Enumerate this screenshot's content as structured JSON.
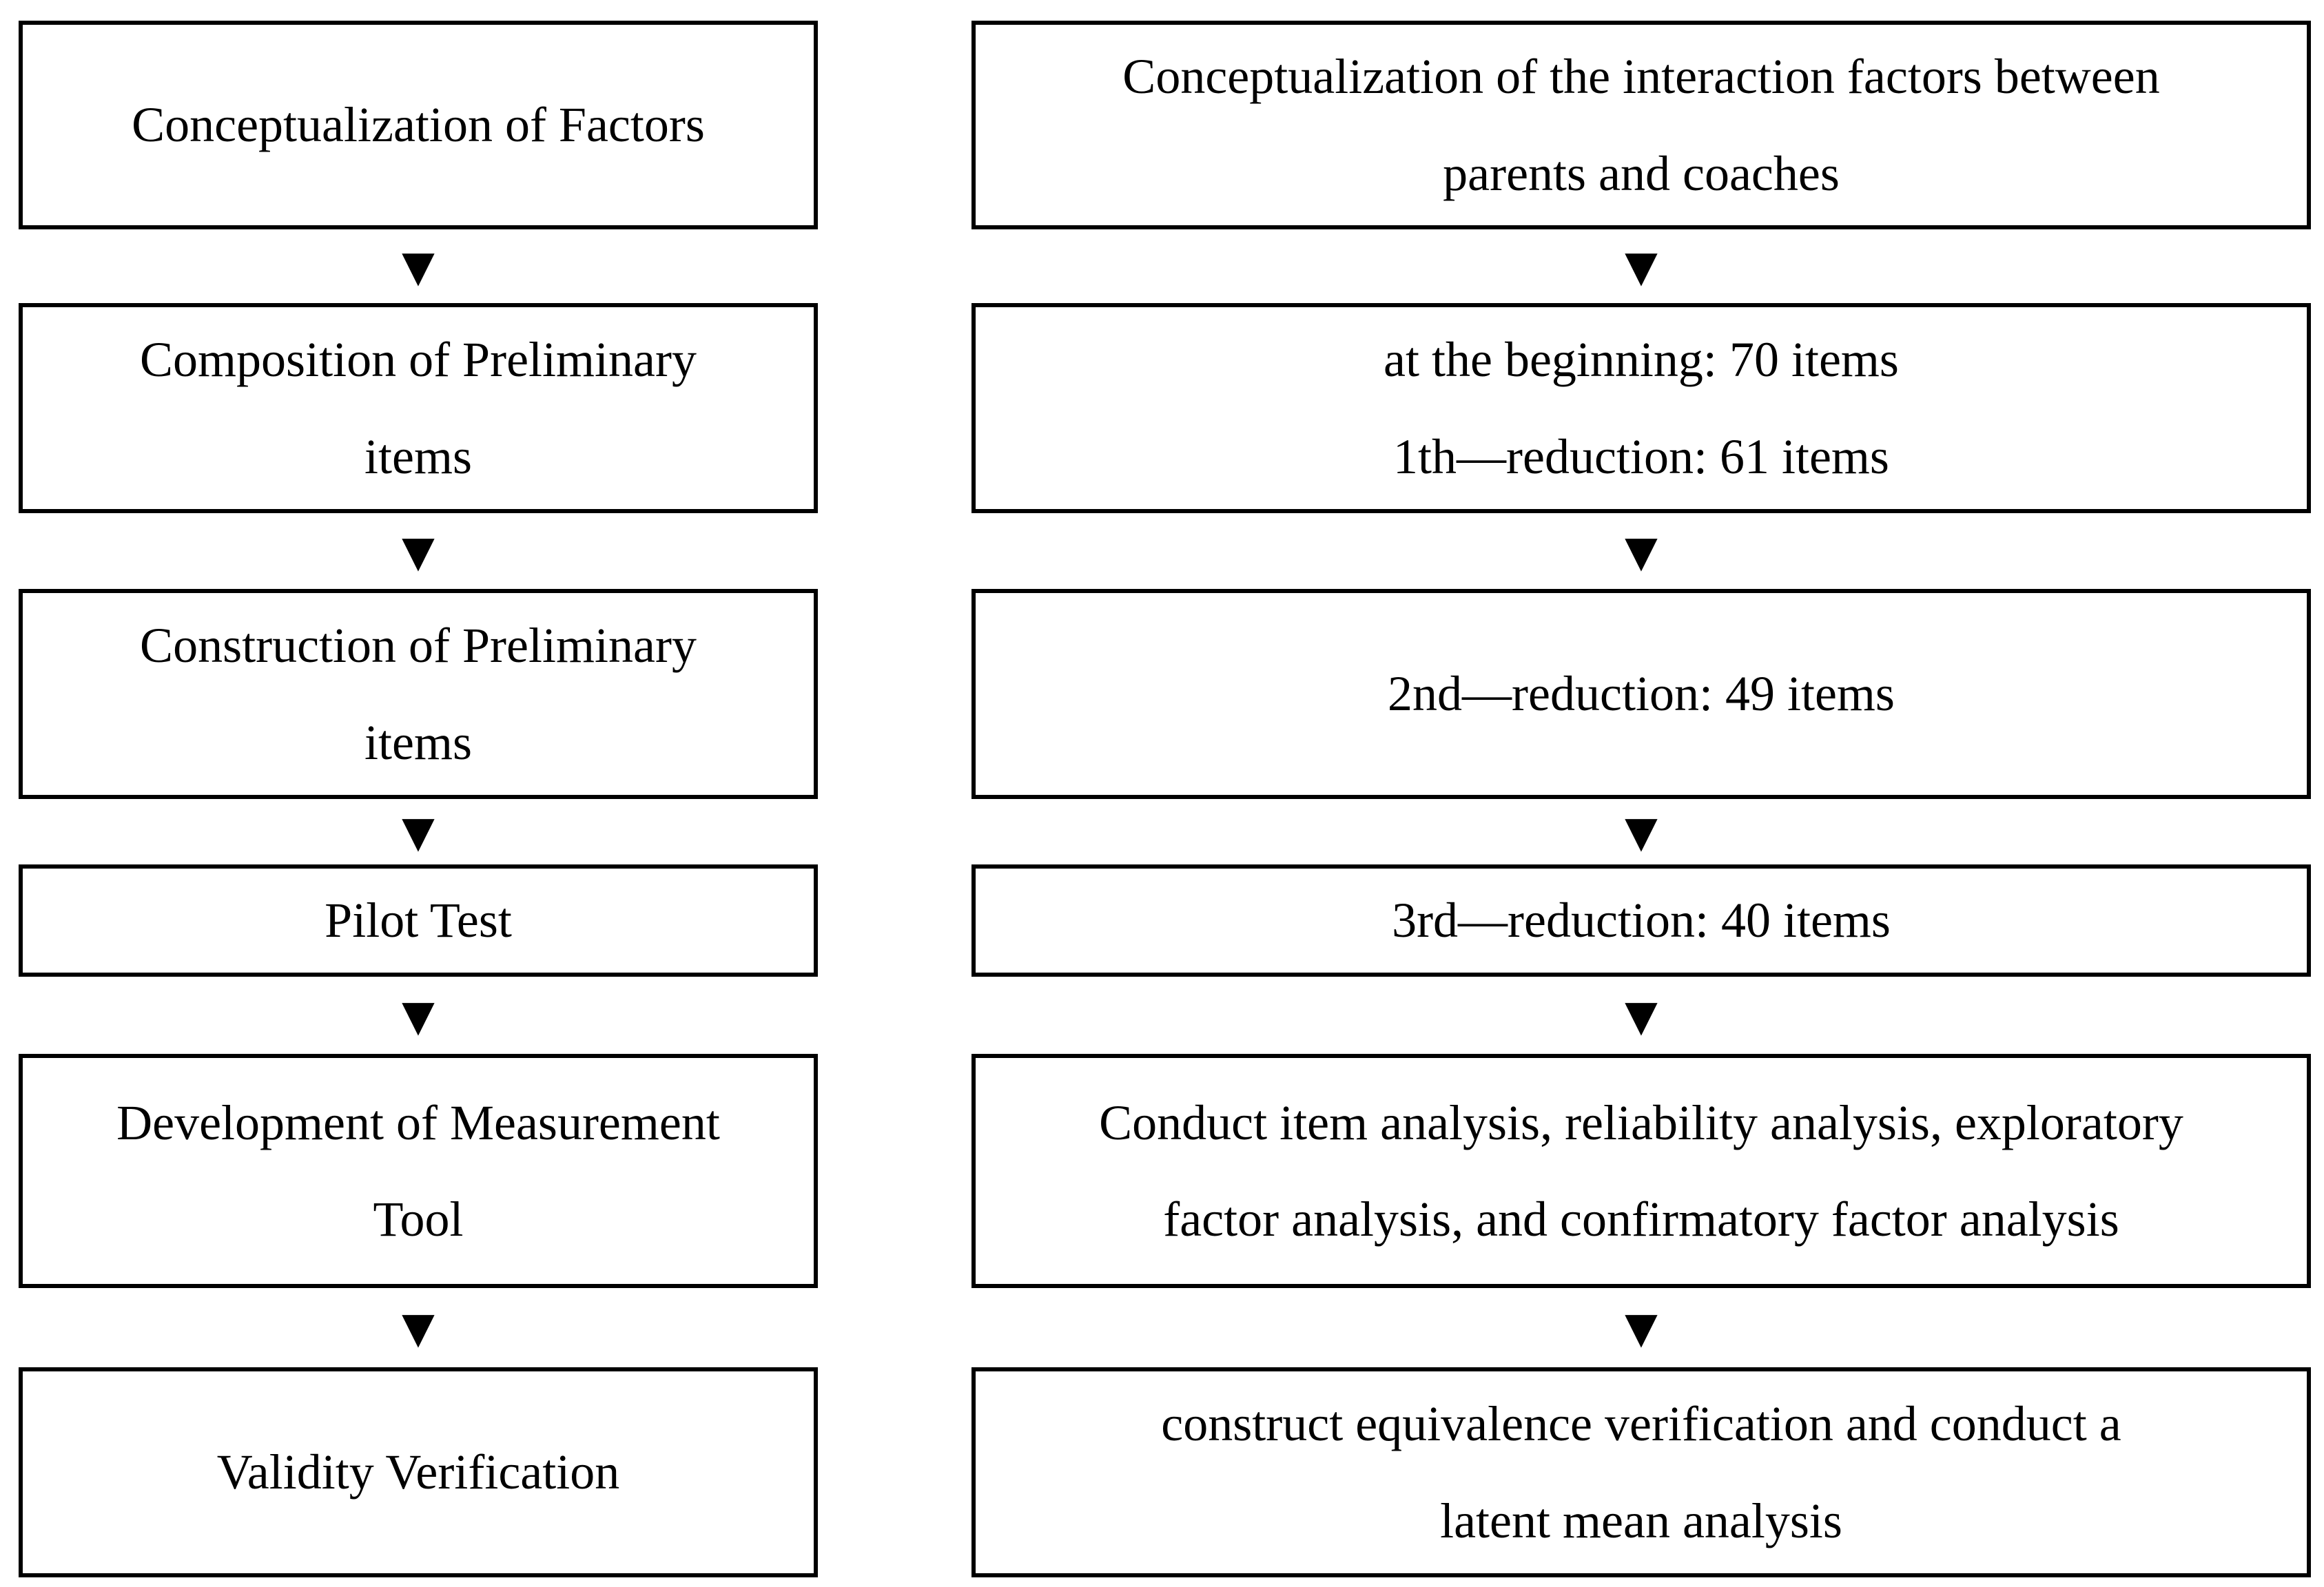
{
  "arrow_glyph": "▼",
  "colors": {
    "background": "#ffffff",
    "border": "#000000",
    "text": "#000000"
  },
  "rows": [
    {
      "left": {
        "lines": [
          "Conceptualization of Factors"
        ]
      },
      "right": {
        "lines": [
          "Conceptualization of the interaction factors between",
          "parents and coaches"
        ]
      }
    },
    {
      "left": {
        "lines": [
          "Composition of Preliminary",
          "items"
        ]
      },
      "right": {
        "lines": [
          "at the beginning: 70 items",
          "1th—reduction: 61 items"
        ]
      }
    },
    {
      "left": {
        "lines": [
          "Construction of Preliminary",
          "items"
        ]
      },
      "right": {
        "lines": [
          "2nd—reduction: 49 items"
        ]
      }
    },
    {
      "left": {
        "lines": [
          "Pilot Test"
        ]
      },
      "right": {
        "lines": [
          "3rd—reduction: 40 items"
        ]
      }
    },
    {
      "left": {
        "lines": [
          "Development of Measurement",
          "Tool"
        ]
      },
      "right": {
        "lines": [
          "Conduct item analysis, reliability analysis, exploratory",
          "factor analysis, and confirmatory factor analysis"
        ]
      }
    },
    {
      "left": {
        "lines": [
          "Validity Verification"
        ]
      },
      "right": {
        "lines": [
          "construct equivalence verification and conduct a",
          "latent mean analysis"
        ]
      }
    }
  ]
}
